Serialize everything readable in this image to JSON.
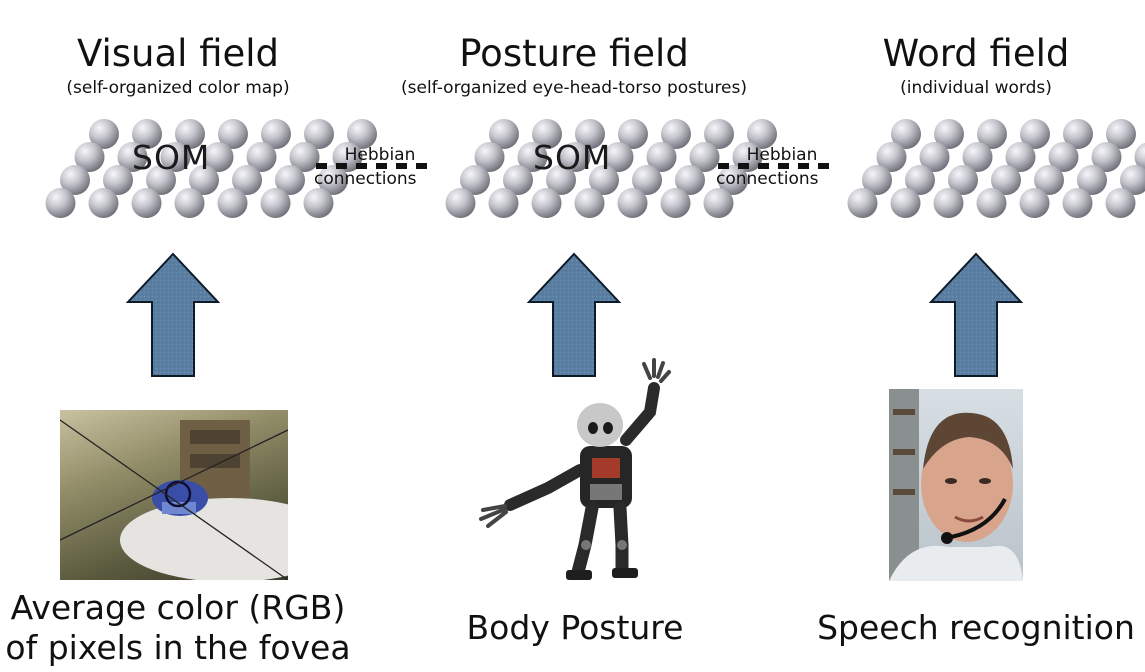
{
  "columns": [
    {
      "title": "Visual field",
      "subtitle": "(self-organized color map)",
      "map_label": "SOM",
      "input_label_lines": [
        "Average color (RGB)",
        "of pixels in the fovea"
      ]
    },
    {
      "title": "Posture field",
      "subtitle": "(self-organized eye-head-torso postures)",
      "map_label": "SOM",
      "input_label_lines": [
        "Body Posture"
      ]
    },
    {
      "title": "Word field",
      "subtitle": "(individual words)",
      "map_label": "",
      "input_label_lines": [
        "Speech recognition"
      ]
    }
  ],
  "hebbian": [
    {
      "line1": "Hebbian",
      "line2": "connections"
    },
    {
      "line1": "Hebbian",
      "line2": "connections"
    }
  ],
  "colors": {
    "arrow_fill": "#5b7fa3",
    "arrow_stroke": "#0d1a28",
    "sphere_light": "#f4f4f8",
    "sphere_dark": "#6f6f78"
  },
  "icons": [
    "up-arrow-icon",
    "robot-illustration",
    "camera-scene-photo",
    "person-headset-photo"
  ]
}
